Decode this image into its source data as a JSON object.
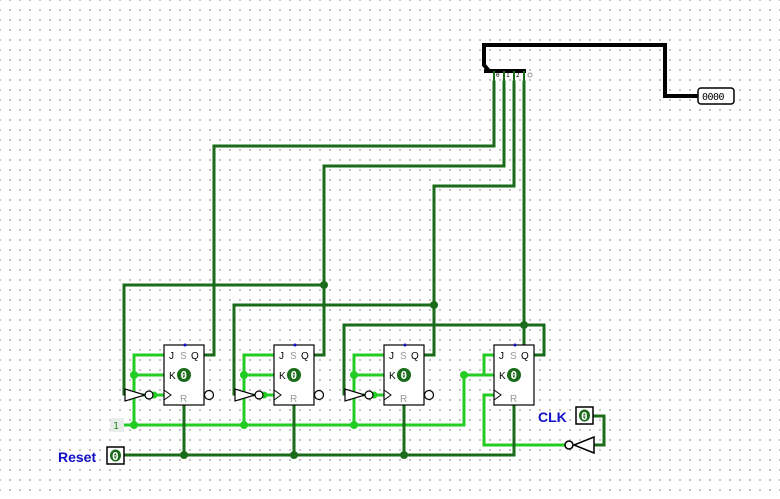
{
  "inputs": {
    "reset": {
      "label": "Reset",
      "value": "0"
    },
    "clk": {
      "label": "CLK",
      "value": "0"
    }
  },
  "constant": {
    "value": "1"
  },
  "output_probe": {
    "value": "0000"
  },
  "flip_flops": [
    {
      "j": "J",
      "k": "K",
      "s": "S",
      "q": "Q",
      "r": "R",
      "state": "0"
    },
    {
      "j": "J",
      "k": "K",
      "s": "S",
      "q": "Q",
      "r": "R",
      "state": "0"
    },
    {
      "j": "J",
      "k": "K",
      "s": "S",
      "q": "Q",
      "r": "R",
      "state": "0"
    },
    {
      "j": "J",
      "k": "K",
      "s": "S",
      "q": "Q",
      "r": "R",
      "state": "0"
    }
  ],
  "splitter_pins": [
    "0",
    "1",
    "2",
    "3"
  ],
  "colors": {
    "wire_low": "#1a6b1a",
    "wire_high": "#22cc22",
    "bus": "#000000",
    "label": "#1010c8",
    "state_fill": "#1a6b1a"
  }
}
